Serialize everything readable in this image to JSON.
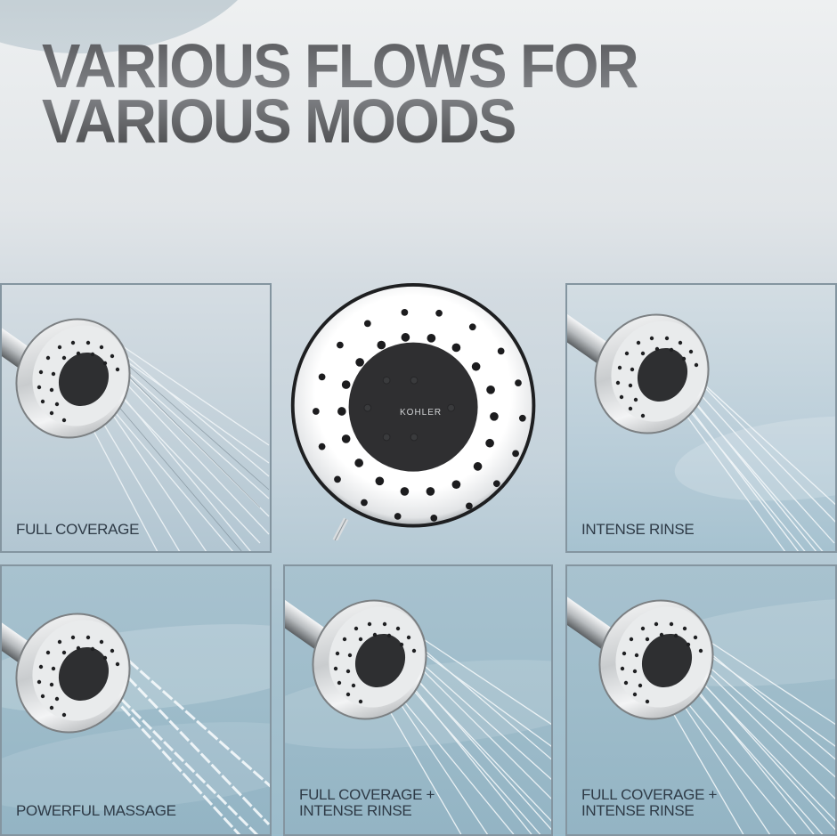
{
  "headline": {
    "line1": "VARIOUS FLOWS FOR",
    "line2": "VARIOUS MOODS"
  },
  "hero": {
    "brand_mark": "KOHLER",
    "description": "front view of round shower head with white faceplate, ring of black nozzles, dark center disc"
  },
  "panels": [
    {
      "id": "full-coverage",
      "label": "FULL COVERAGE",
      "position": "top-left"
    },
    {
      "id": "intense-rinse",
      "label": "INTENSE RINSE",
      "position": "top-right"
    },
    {
      "id": "powerful-massage",
      "label": "POWERFUL MASSAGE",
      "position": "bottom-left"
    },
    {
      "id": "full-coverage-intense-rinse-1",
      "label_line1": "FULL COVERAGE +",
      "label_line2": "INTENSE RINSE",
      "position": "bottom-middle"
    },
    {
      "id": "full-coverage-intense-rinse-2",
      "label_line1": "FULL COVERAGE +",
      "label_line2": "INTENSE RINSE",
      "position": "bottom-right"
    }
  ],
  "colors": {
    "headline": "#5c5d60",
    "label": "#2e3a46",
    "panel_border": "#8495a0",
    "center_disc": "#2f2f31",
    "nozzle": "#1e1e20"
  }
}
